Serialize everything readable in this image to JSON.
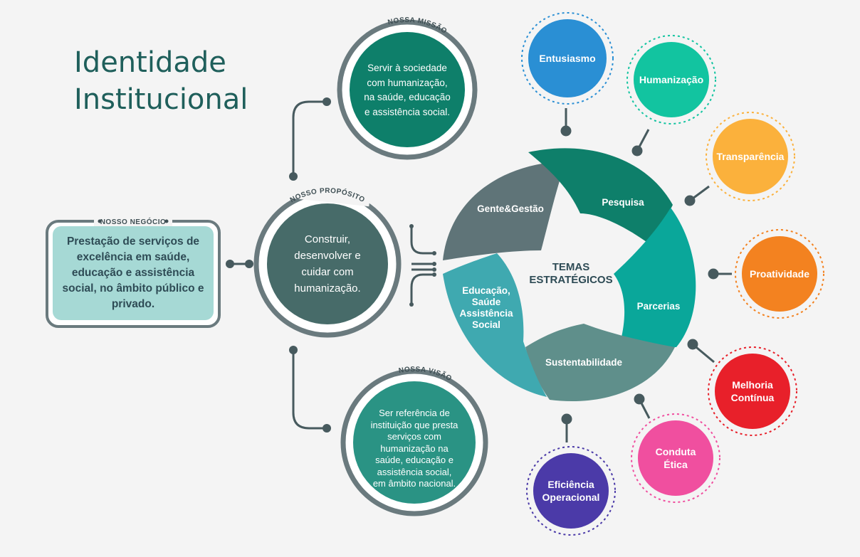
{
  "title": {
    "line1": "Identidade",
    "line2": "Institucional"
  },
  "business": {
    "tag": "NOSSO NEGÓCIO",
    "text": "Prestação de serviços de excelência em saúde, educação e assistência social, no âmbito público e privado."
  },
  "purpose": {
    "tag": "NOSSO PROPÓSITO",
    "text": "Construir, desenvolver e cuidar com humanização."
  },
  "mission": {
    "tag": "NOSSA MISSÃO",
    "text": "Servir à sociedade com humanização, na saúde, educação e assistência social."
  },
  "vision": {
    "tag": "NOSSA VISÃO",
    "text": "Ser referência de instituição que presta serviços com humanização na saúde, educação e assistência social, em âmbito nacional."
  },
  "themes": {
    "center_label_line1": "TEMAS",
    "center_label_line2": "ESTRATÉGICOS",
    "items": [
      {
        "label": "Gente&Gestão",
        "color": "#5f7478"
      },
      {
        "label": "Pesquisa",
        "color": "#0e7f6a"
      },
      {
        "label": "Parcerias",
        "color": "#0aa79a"
      },
      {
        "label": "Sustentabilidade",
        "color": "#5f8f8b"
      },
      {
        "label": "Educação, Saúde Assistência Social",
        "color": "#3fa9b0"
      }
    ]
  },
  "values": [
    {
      "label": "Entusiasmo",
      "color": "#2a8fd4"
    },
    {
      "label": "Humanização",
      "color": "#12c4a0"
    },
    {
      "label": "Transparência",
      "color": "#fbb13c"
    },
    {
      "label": "Proatividade",
      "color": "#f38220"
    },
    {
      "label": "Melhoria Contínua",
      "color": "#e8202a"
    },
    {
      "label": "Conduta Ética",
      "color": "#f04f9f"
    },
    {
      "label": "Eficiência Operacional",
      "color": "#4b3aa8"
    }
  ],
  "colors": {
    "title": "#1f5f5b",
    "business_fill": "#a6d9d5",
    "purpose_fill": "#476b69",
    "mission_fill": "#0e7f6a",
    "vision_fill": "#2a9384",
    "ring": "#6a7a7e",
    "connector": "#475a5e"
  }
}
